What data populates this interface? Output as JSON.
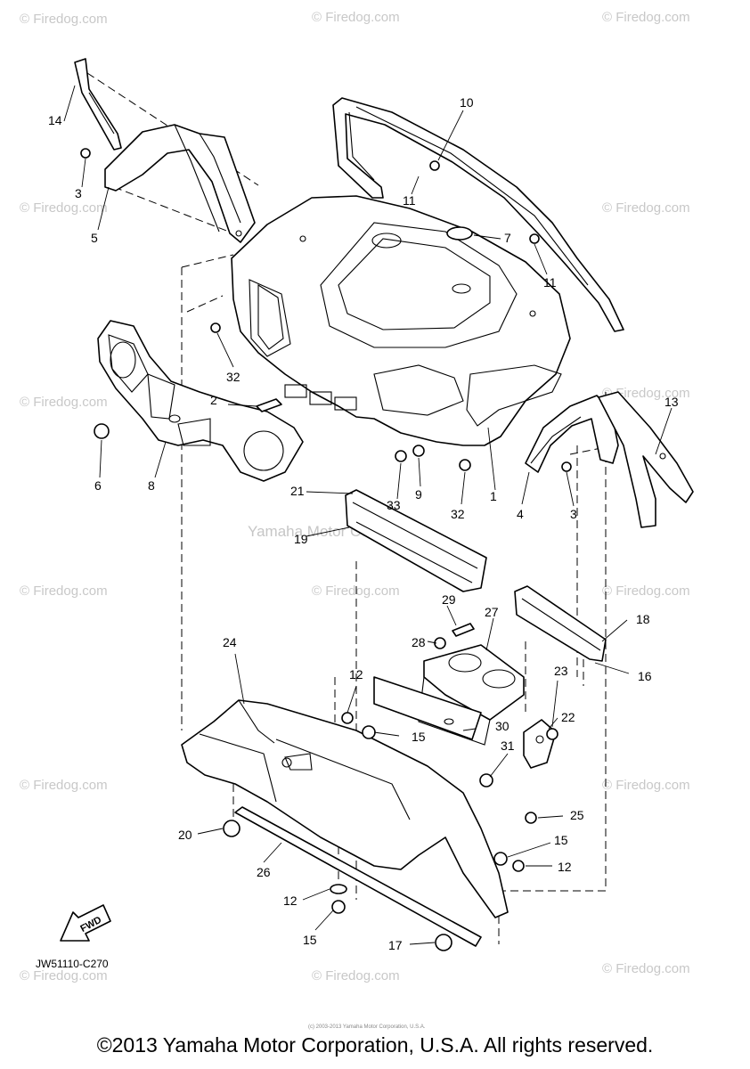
{
  "watermark_text": "© Firedog.com",
  "center_watermark": "Yamaha Motor Corp. U.S.A.",
  "diagram_code": "JW51110-C270",
  "fwd_label": "FWD",
  "tiny_note": "(c) 2003-2013 Yamaha Motor Corporation, U.S.A.",
  "copyright": "©2013 Yamaha Motor Corporation, U.S.A. All rights reserved.",
  "callouts": {
    "c1": "1",
    "c2": "2",
    "c3a": "3",
    "c3b": "3",
    "c4": "4",
    "c5": "5",
    "c6": "6",
    "c7": "7",
    "c8": "8",
    "c9": "9",
    "c10": "10",
    "c11a": "11",
    "c11b": "11",
    "c12a": "12",
    "c12b": "12",
    "c12c": "12",
    "c13": "13",
    "c14": "14",
    "c15a": "15",
    "c15b": "15",
    "c15c": "15",
    "c16": "16",
    "c17": "17",
    "c18": "18",
    "c19": "19",
    "c20": "20",
    "c21": "21",
    "c22": "22",
    "c23": "23",
    "c24": "24",
    "c25": "25",
    "c26": "26",
    "c27": "27",
    "c28": "28",
    "c29": "29",
    "c30": "30",
    "c31": "31",
    "c32a": "32",
    "c32b": "32",
    "c33": "33"
  }
}
